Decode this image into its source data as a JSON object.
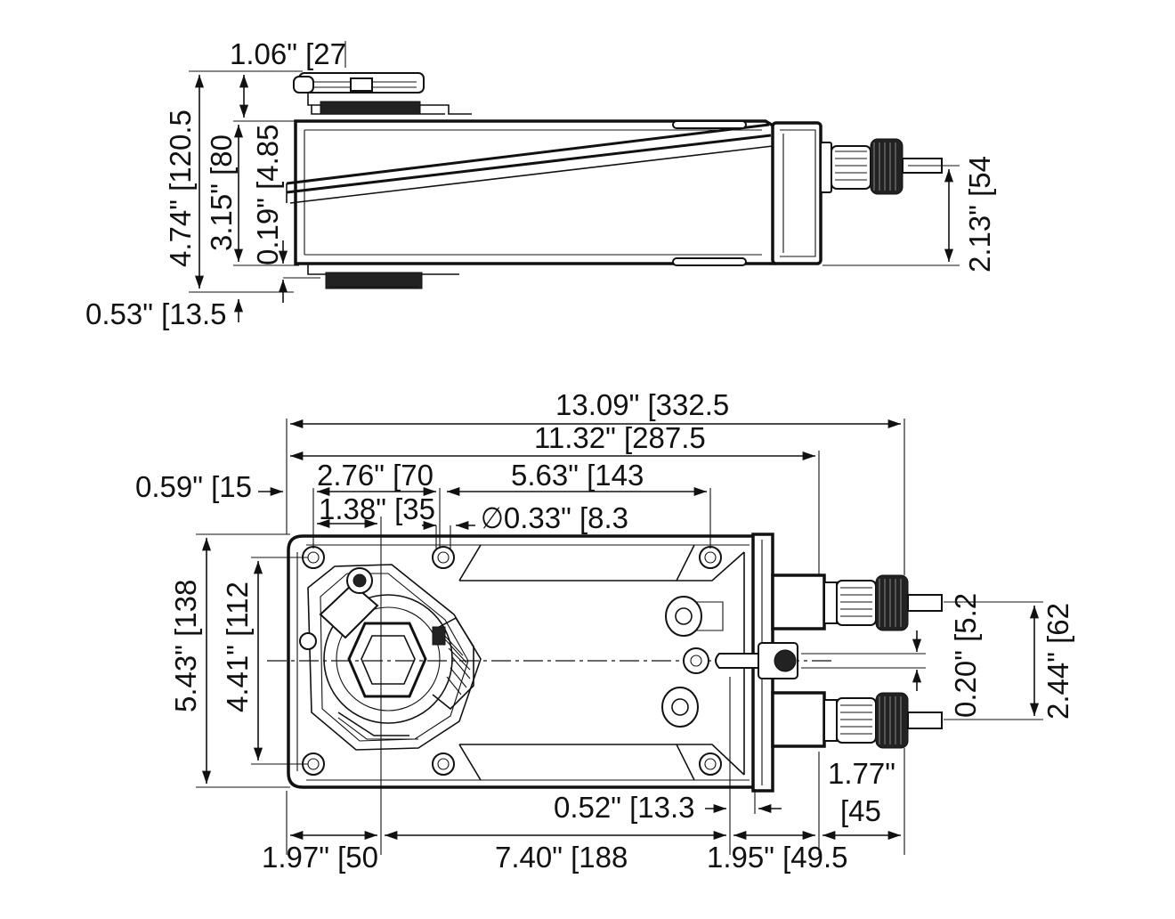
{
  "side_view": {
    "dim_width_connector": "1.06\" [27",
    "dim_total_height": "4.74\" [120.5",
    "dim_body_height": "3.15\" [80",
    "dim_offset": "0.19\" [4.85",
    "dim_bottom_offset": "0.53\" [13.5",
    "dim_connector_height": "2.13\" [54"
  },
  "top_view": {
    "dim_overall_length": "13.09\" [332.5",
    "dim_body_length": "11.32\" [287.5",
    "dim_edge_offset": "0.59\" [15",
    "dim_hole_spacing_a": "2.76\" [70",
    "dim_hole_spacing_b": "5.63\" [143",
    "dim_shaft_offset": "1.38\" [35",
    "dim_hole_diameter": "∅0.33\" [8.3",
    "dim_total_width": "5.43\" [138",
    "dim_hole_width": "4.41\" [112",
    "dim_slot_offset": "0.20\" [5.2",
    "dim_connector_spacing": "2.44\" [62",
    "dim_connector_length_a": "1.77\"",
    "dim_connector_length_b": "[45",
    "dim_small_offset": "0.52\" [13.3",
    "dim_shaft_to_edge": "1.97\" [50",
    "dim_shaft_to_slot": "7.40\" [188",
    "dim_slot_to_end": "1.95\" [49.5"
  }
}
